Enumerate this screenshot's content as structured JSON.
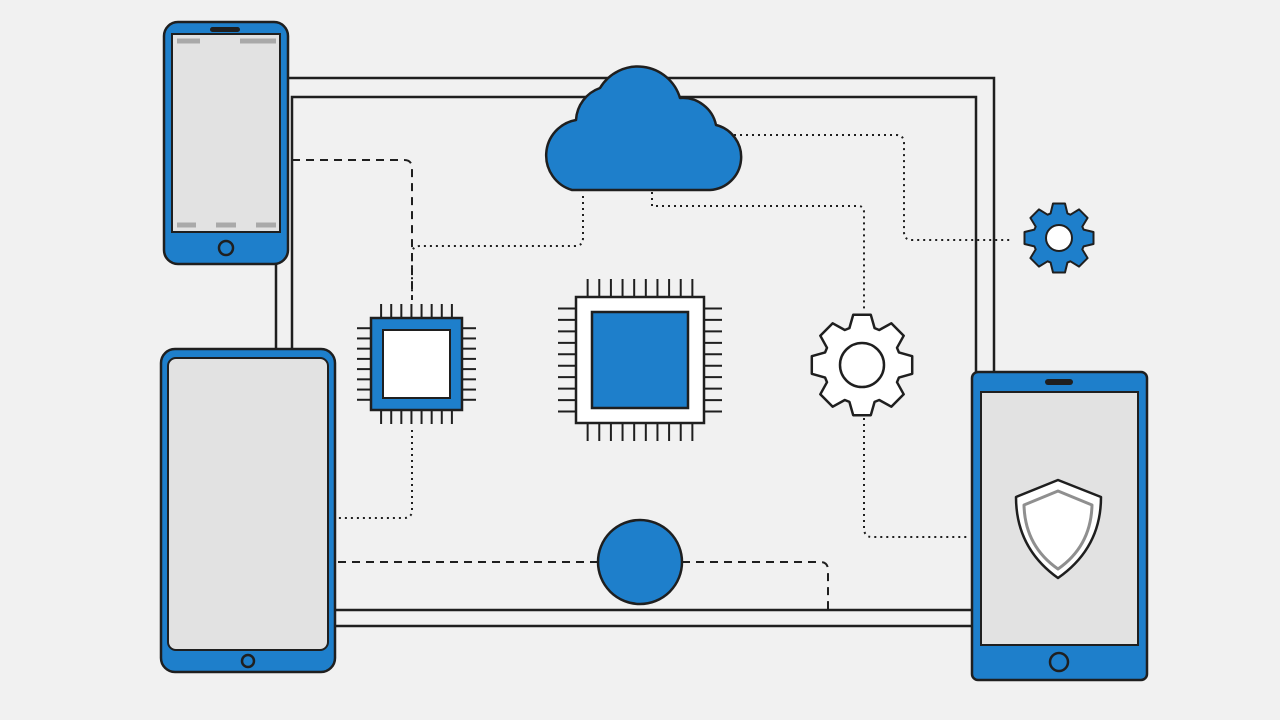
{
  "colors": {
    "background": "#f1f1f1",
    "accent": "#1e7fcb",
    "stroke": "#1f1f1f",
    "screen": "#e2e2e2",
    "white": "#ffffff",
    "shield": "#8f8f8f"
  },
  "elements": {
    "top_left_device": "smartphone",
    "bottom_left_device": "tablet",
    "right_device": "tablet",
    "right_device_screen_icon": "shield-icon",
    "cloud": "cloud-icon",
    "chips": [
      "chip-icon",
      "chip-icon"
    ],
    "gears": [
      "gear-icon",
      "gear-icon"
    ],
    "node": "circle-node"
  }
}
